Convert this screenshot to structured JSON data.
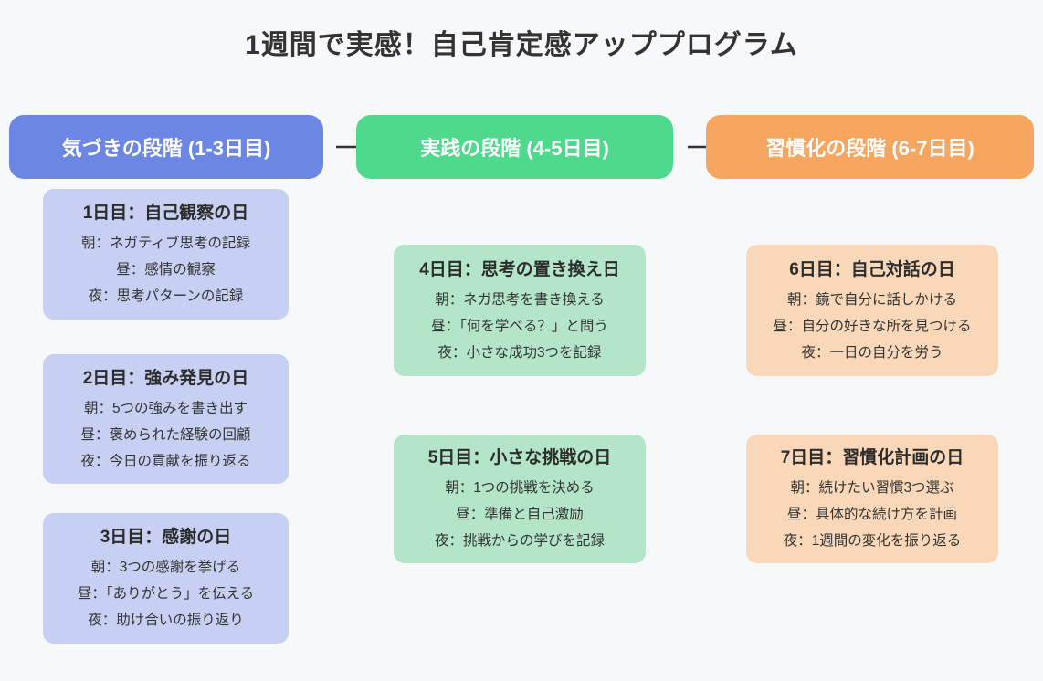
{
  "title": "1週間で実感！自己肯定感アッププログラム",
  "colors": {
    "background": "#f7f8fa",
    "title_text": "#333333",
    "arrow": "#333333",
    "header_text": "#ffffff",
    "card_title_text": "#2c2c2c",
    "card_body_text": "#333333"
  },
  "arrow_glyph": "→",
  "phases": [
    {
      "label": "気づきの段階 (1-3日目)",
      "header_bg": "#6c86e4",
      "card_bg": "#c7d0f2",
      "days": [
        {
          "title": "1日目：自己観察の日",
          "items": [
            "朝：ネガティブ思考の記録",
            "昼：感情の観察",
            "夜：思考パターンの記録"
          ]
        },
        {
          "title": "2日目：強み発見の日",
          "items": [
            "朝：5つの強みを書き出す",
            "昼：褒められた経験の回顧",
            "夜：今日の貢献を振り返る"
          ]
        },
        {
          "title": "3日目：感謝の日",
          "items": [
            "朝：3つの感謝を挙げる",
            "昼：「ありがとう」を伝える",
            "夜：助け合いの振り返り"
          ]
        }
      ]
    },
    {
      "label": "実践の段階 (4-5日目)",
      "header_bg": "#4ed98c",
      "card_bg": "#b3e5c8",
      "days": [
        {
          "title": "4日目：思考の置き換え日",
          "items": [
            "朝：ネガ思考を書き換える",
            "昼：「何を学べる？」と問う",
            "夜：小さな成功3つを記録"
          ]
        },
        {
          "title": "5日目：小さな挑戦の日",
          "items": [
            "朝：1つの挑戦を決める",
            "昼：準備と自己激励",
            "夜：挑戦からの学びを記録"
          ]
        }
      ]
    },
    {
      "label": "習慣化の段階 (6-7日目)",
      "header_bg": "#f6a65e",
      "card_bg": "#f8d8b9",
      "days": [
        {
          "title": "6日目：自己対話の日",
          "items": [
            "朝：鏡で自分に話しかける",
            "昼：自分の好きな所を見つける",
            "夜：一日の自分を労う"
          ]
        },
        {
          "title": "7日目：習慣化計画の日",
          "items": [
            "朝：続けたい習慣3つ選ぶ",
            "昼：具体的な続け方を計画",
            "夜：1週間の変化を振り返る"
          ]
        }
      ]
    }
  ]
}
